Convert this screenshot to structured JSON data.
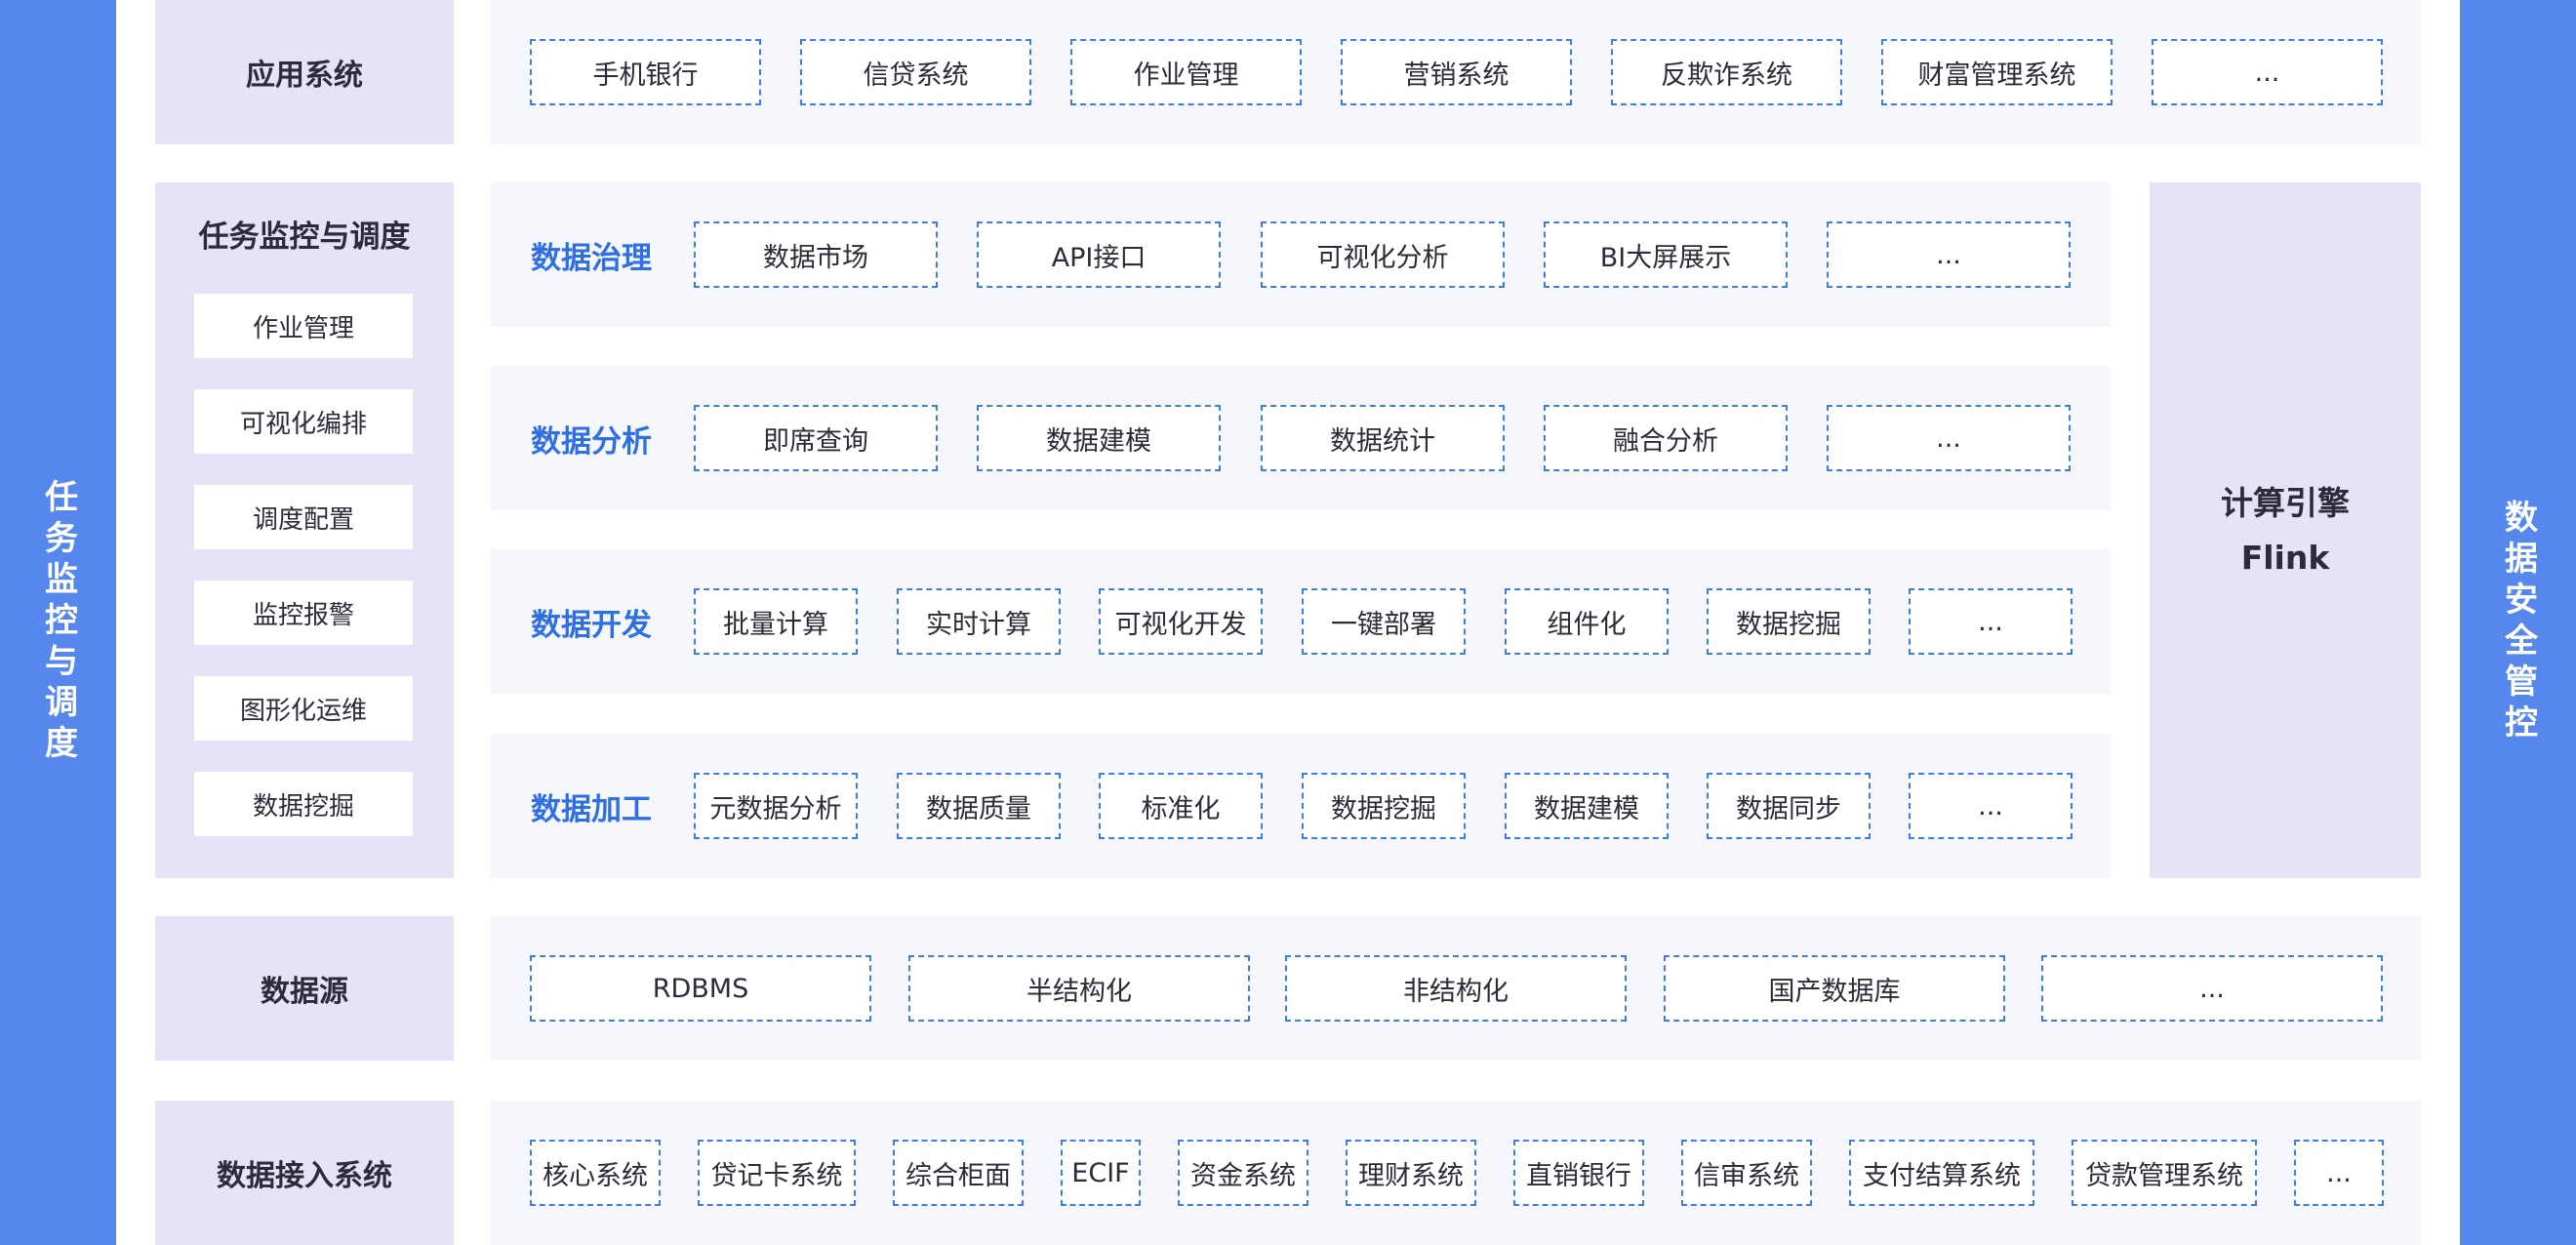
{
  "colors": {
    "sidebar": "#5687ec",
    "label_bg": "#e4e3f7",
    "panel_bg": "#f6f7fd",
    "dashed_border": "#3b7ded",
    "section_title": "#2f6fe4"
  },
  "left_sidebar": "任务监控与调度",
  "right_sidebar": "数据安全管控",
  "application": {
    "label": "应用系统",
    "items": [
      "手机银行",
      "信贷系统",
      "作业管理",
      "营销系统",
      "反欺诈系统",
      "财富管理系统",
      "..."
    ]
  },
  "monitor": {
    "title": "任务监控与调度",
    "items": [
      "作业管理",
      "可视化编排",
      "调度配置",
      "监控报警",
      "图形化运维",
      "数据挖掘"
    ]
  },
  "governance": {
    "title": "数据治理",
    "items": [
      "数据市场",
      "API接口",
      "可视化分析",
      "BI大屏展示",
      "..."
    ]
  },
  "analysis": {
    "title": "数据分析",
    "items": [
      "即席查询",
      "数据建模",
      "数据统计",
      "融合分析",
      "..."
    ]
  },
  "development": {
    "title": "数据开发",
    "items": [
      "批量计算",
      "实时计算",
      "可视化开发",
      "一键部署",
      "组件化",
      "数据挖掘",
      "..."
    ]
  },
  "processing": {
    "title": "数据加工",
    "items": [
      "元数据分析",
      "数据质量",
      "标准化",
      "数据挖掘",
      "数据建模",
      "数据同步",
      "..."
    ]
  },
  "engine": {
    "title": "计算引擎",
    "name": "Flink"
  },
  "datasource": {
    "label": "数据源",
    "items": [
      "RDBMS",
      "半结构化",
      "非结构化",
      "国产数据库",
      "..."
    ]
  },
  "access": {
    "label": "数据接入系统",
    "items": [
      "核心系统",
      "贷记卡系统",
      "综合柜面",
      "ECIF",
      "资金系统",
      "理财系统",
      "直销银行",
      "信审系统",
      "支付结算系统",
      "贷款管理系统",
      "..."
    ]
  }
}
